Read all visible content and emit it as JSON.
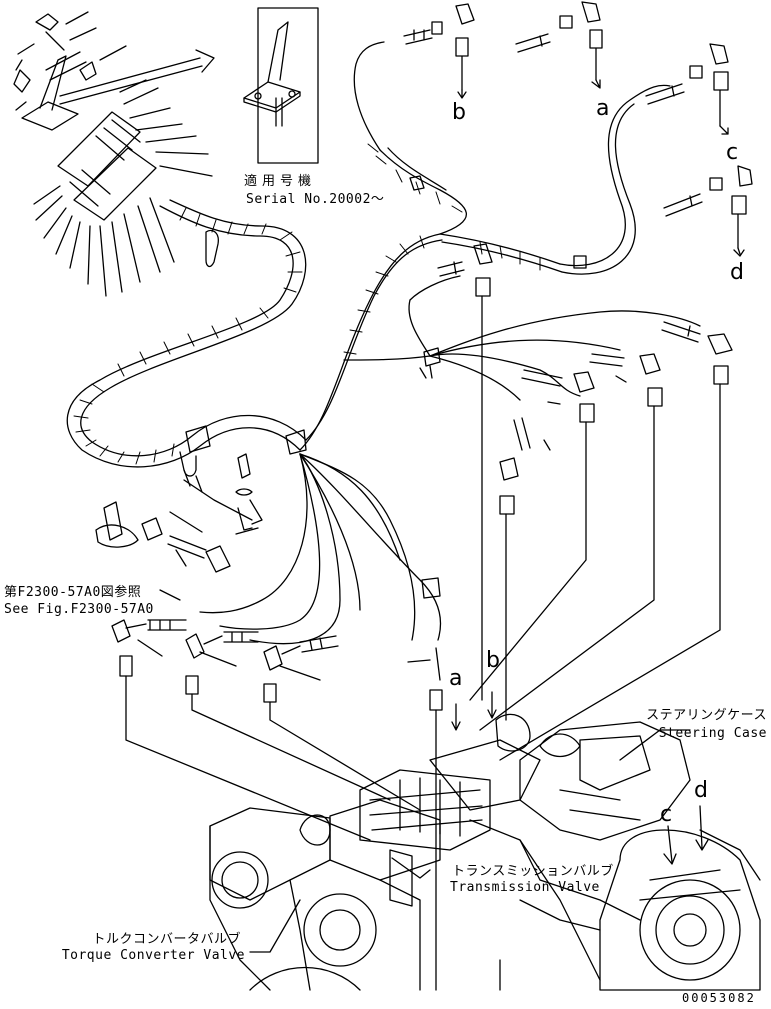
{
  "inset": {
    "applicable_label_jp": "適用号機",
    "serial_label": "Serial No.20002～"
  },
  "reference": {
    "jp": "第F2300-57A0図参照",
    "en": "See Fig.F2300-57A0"
  },
  "parts": {
    "steering_case_jp": "ステアリングケース",
    "steering_case_en": "Steering Case",
    "transmission_valve_jp": "トランスミッションバルブ",
    "transmission_valve_en": "Transmission Valve",
    "torque_converter_jp": "トルクコンバータバルブ",
    "torque_converter_en": "Torque Converter Valve"
  },
  "callouts": {
    "a_top": "a",
    "b_top": "b",
    "c_top": "c",
    "d_top": "d",
    "a_mid": "a",
    "b_mid": "b",
    "c_low": "c",
    "d_low": "d"
  },
  "figure_number": "00053082"
}
